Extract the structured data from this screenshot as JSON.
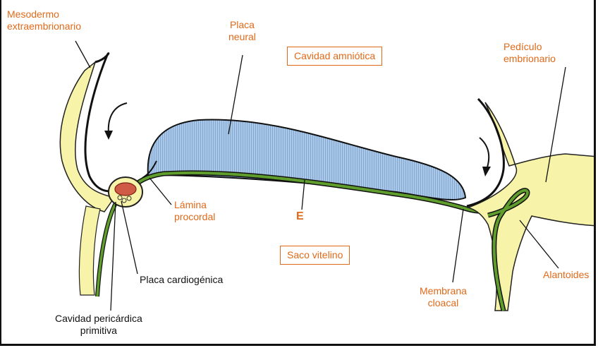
{
  "labels": {
    "mesodermo_1": "Mesodermo",
    "mesodermo_2": "extraembrionario",
    "placa_neural_1": "Placa",
    "placa_neural_2": "neural",
    "cavidad_amniotica": "Cavidad amniótica",
    "pediculo_1": "Pedículo",
    "pediculo_2": "embrionario",
    "lamina_1": "Lámina",
    "lamina_2": "procordal",
    "e_label": "E",
    "saco_vitelino": "Saco vitelino",
    "placa_cardiogenica": "Placa cardiogénica",
    "cavidad_pericardica_1": "Cavidad pericárdica",
    "cavidad_pericardica_2": "primitiva",
    "membrana_1": "Membrana",
    "membrana_2": "cloacal",
    "alantoides": "Alantoides"
  },
  "colors": {
    "mesoderm_yellow": "#f7f3a8",
    "endoderm_green": "#5f9e2c",
    "neural_blue": "#a9c8ea",
    "cardiac_red": "#cf5a45",
    "label_orange": "#e06a1a"
  }
}
